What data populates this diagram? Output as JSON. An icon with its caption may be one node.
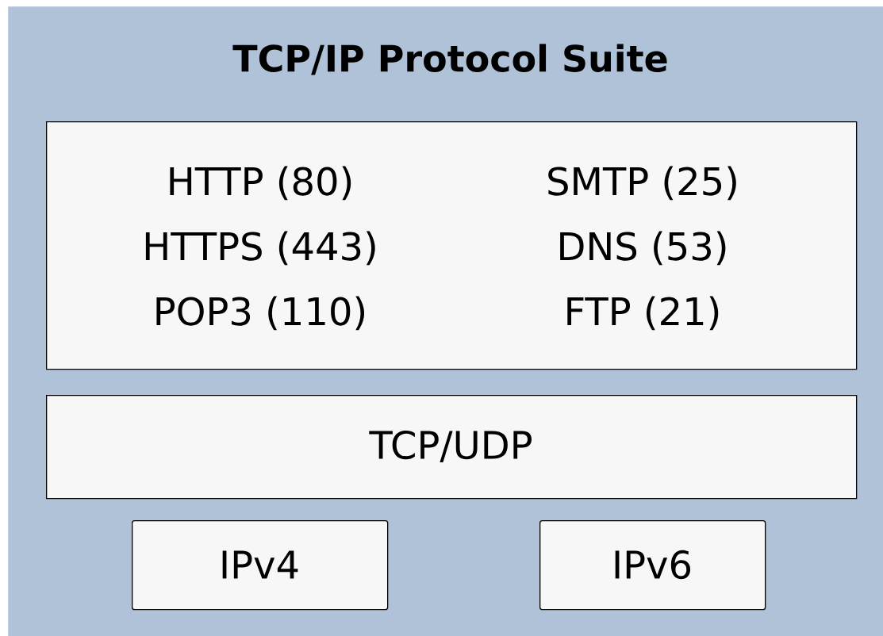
{
  "diagram": {
    "nodes": [
      {
        "text": [
          "TCP/IP Protocol Suite"
        ]
      },
      {
        "text": [
          "HTTP (80)",
          "SMTP (25)",
          "HTTPS (443)",
          "DNS (53)",
          "POP3 (110)",
          "FTP (21)"
        ],
        "in": 0
      },
      {
        "text": [
          "TCP/UDP"
        ],
        "in": 0
      },
      {
        "text": [
          "IPv4"
        ],
        "in": 0
      },
      {
        "text": [
          "IPv6"
        ],
        "in": 0
      }
    ],
    "edges": []
  }
}
